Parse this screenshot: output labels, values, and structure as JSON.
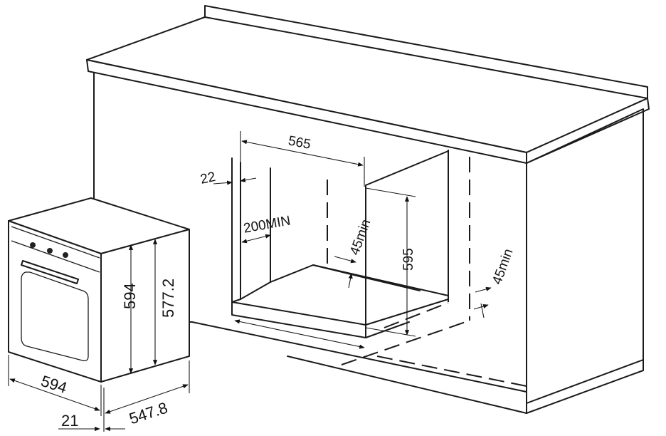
{
  "dimensions": {
    "cutout_width": "565",
    "cabinet_panel": "22",
    "rear_gap": "200MIN",
    "top_vent": "45min",
    "cutout_height": "595",
    "bottom_vent": "45min",
    "oven_height": "594",
    "oven_body_height": "577.2",
    "oven_width": "594",
    "oven_depth": "547.8",
    "front_panel": "21"
  },
  "icons": {
    "arrow": "arrowhead",
    "oven": "built-in-oven"
  }
}
